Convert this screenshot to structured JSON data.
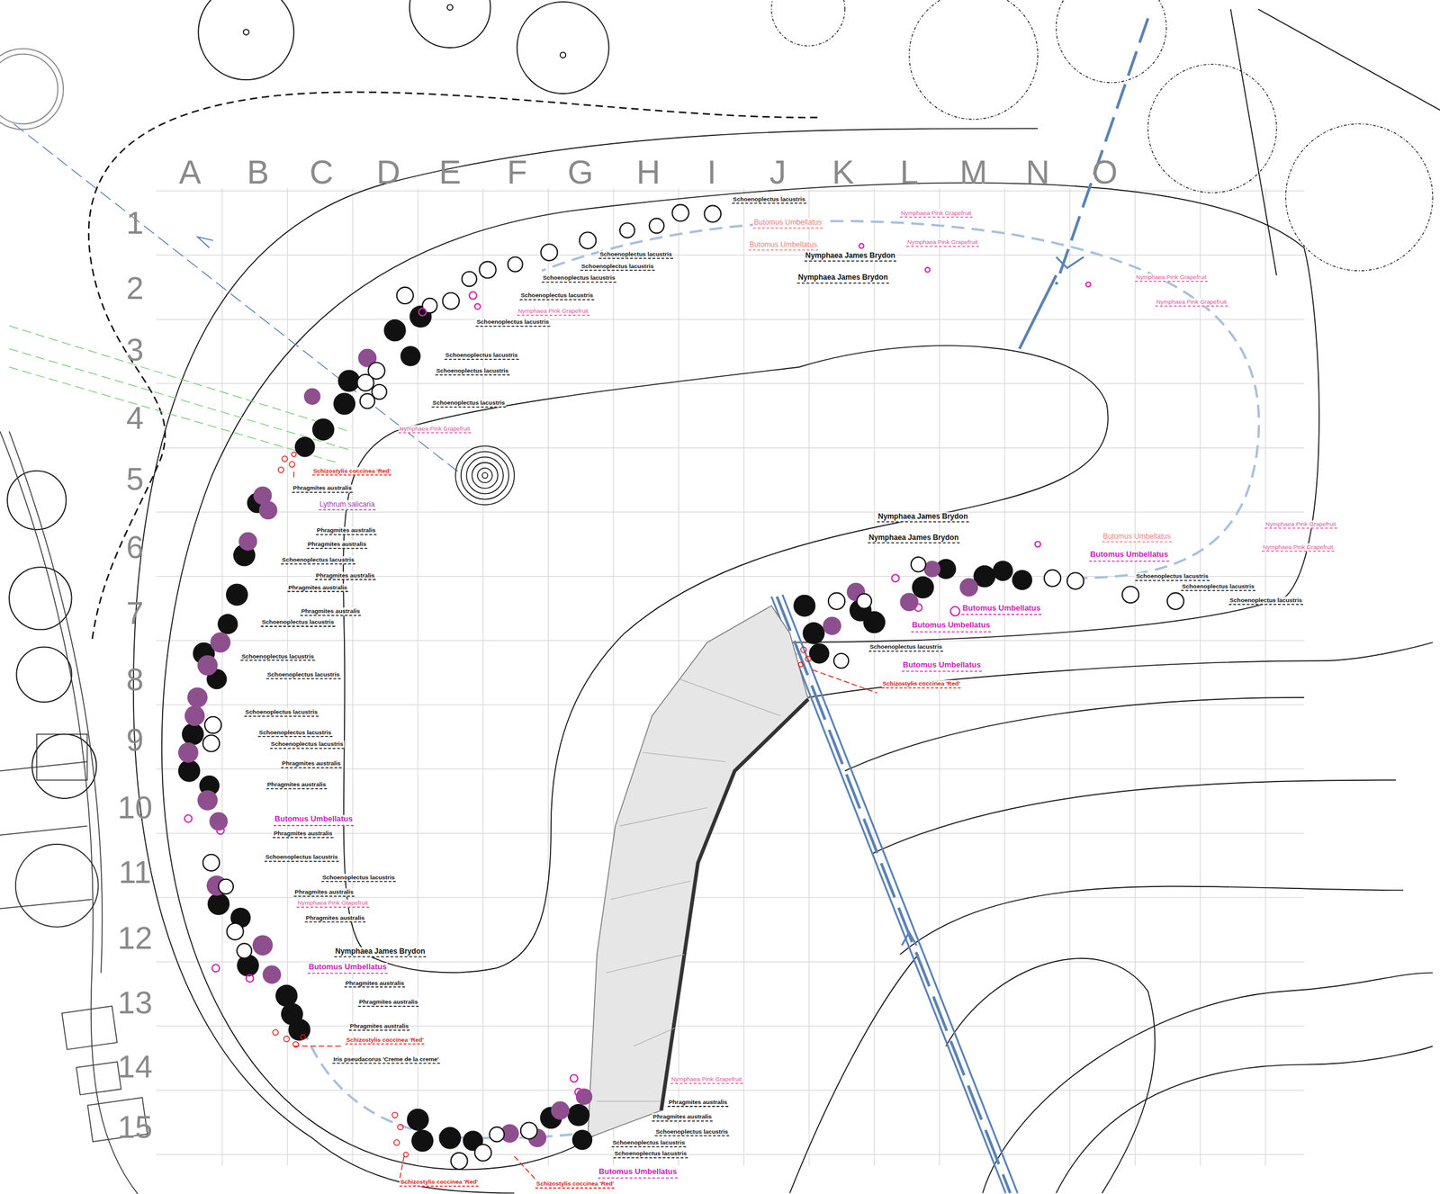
{
  "diagram": {
    "labels": [
      "A",
      "B",
      "C",
      "D",
      "E",
      "F",
      "G",
      "H",
      "I",
      "J",
      "K",
      "L",
      "M",
      "N",
      "O",
      "1",
      "2",
      "3",
      "4",
      "5",
      "6",
      "7",
      "8",
      "9",
      "10",
      "11",
      "12",
      "13",
      "14",
      "15",
      "Schoenoplectus lacustris",
      "Butomus Umbellatus",
      "Nymphaea Pink Grapefruit",
      "Butomus Umbellatus",
      "Nymphaea Pink Grapefruit",
      "Nymphaea James Brydon",
      "Nymphaea James Brydon",
      "Schoenoplectus lacustris",
      "Schoenoplectus lacustris",
      "Schoenoplectus lacustris",
      "Schoenoplectus lacustris",
      "Nymphaea Pink Grapefruit",
      "Schoenoplectus lacustris",
      "Schoenoplectus lacustris",
      "Schoenoplectus lacustris",
      "Schoenoplectus lacustris",
      "Nymphaea Pink Grapefruit",
      "Nymphaea Pink Grapefruit",
      "Nymphaea Pink Grapefruit",
      "Schizostylis coccinea 'Red'",
      "Phragmites australis",
      "Lythrum salicaria",
      "Phragmites australis",
      "Phragmites australis",
      "Schoenoplectus lacustris",
      "Phragmites australis",
      "Phragmites australis",
      "Phragmites australis",
      "Schoenoplectus lacustris",
      "Schoenoplectus lacustris",
      "Schoenoplectus lacustris",
      "Schoenoplectus lacustris",
      "Schoenoplectus lacustris",
      "Schoenoplectus lacustris",
      "Phragmites australis",
      "Phragmites australis",
      "Butomus Umbellatus",
      "Phragmites australis",
      "Schoenoplectus lacustris",
      "Schoenoplectus lacustris",
      "Phragmites australis",
      "Nymphaea Pink Grapefruit",
      "Phragmites australis",
      "Nymphaea James Brydon",
      "Butomus Umbellatus",
      "Phragmites australis",
      "Phragmites australis",
      "Phragmites australis",
      "Schizostylis coccinea 'Red'",
      "Iris pseudacorus 'Creme de la creme'",
      "Nymphaea James Brydon",
      "Nymphaea James Brydon",
      "Butomus Umbellatus",
      "Butomus Umbellatus",
      "Nymphaea Pink Grapefruit",
      "Nymphaea Pink Grapefruit",
      "Schoenoplectus lacustris",
      "Schoenoplectus lacustris",
      "Schoenoplectus lacustris",
      "Butomus Umbellatus",
      "Butomus Umbellatus",
      "Butomus Umbellatus",
      "Schoenoplectus lacustris",
      "Schizostylis coccinea 'Red'",
      "Nymphaea Pink Grapefruit",
      "Phragmites australis",
      "Phragmites australis",
      "Schoenoplectus lacustris",
      "Schoenoplectus lacustris",
      "Schoenoplectus lacustris",
      "Butomus Umbellatus",
      "Schizostylis coccinea 'Red'",
      "Schizostylis coccinea 'Red'"
    ]
  }
}
